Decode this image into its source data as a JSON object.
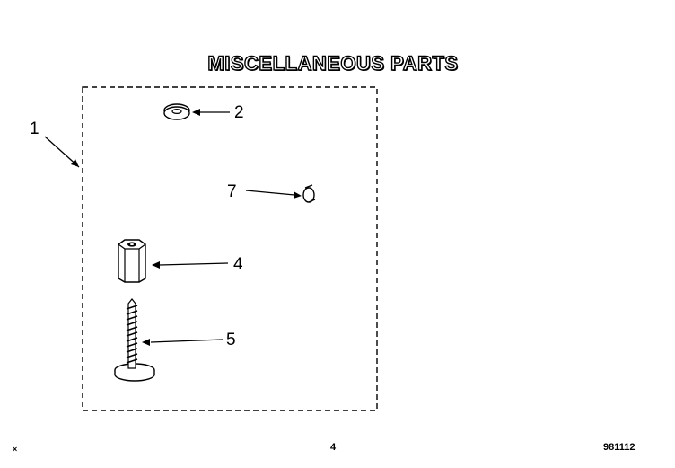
{
  "title": "MISCELLANEOUS PARTS",
  "callouts": [
    {
      "id": "1",
      "label": "1"
    },
    {
      "id": "2",
      "label": "2"
    },
    {
      "id": "7",
      "label": "7"
    },
    {
      "id": "4",
      "label": "4"
    },
    {
      "id": "5",
      "label": "5"
    }
  ],
  "footer": {
    "mark": "×",
    "page_number": "4",
    "code": "981112"
  }
}
